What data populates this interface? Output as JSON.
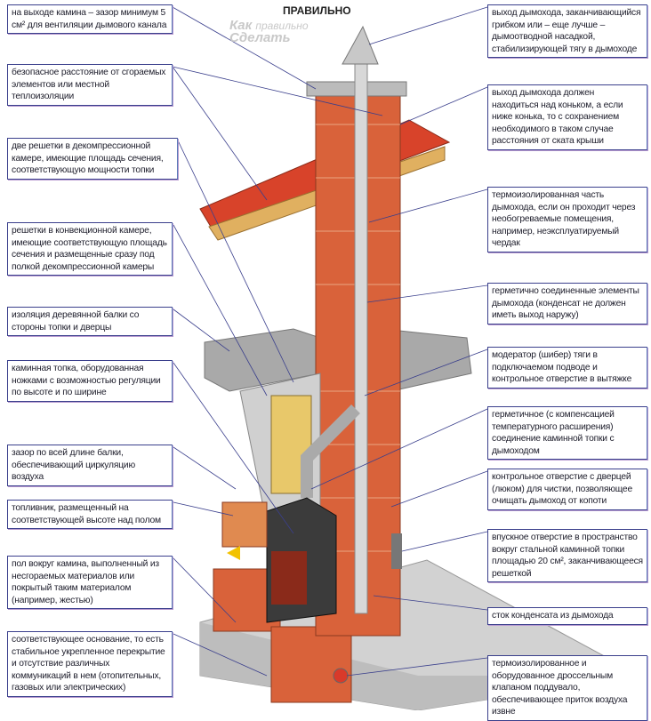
{
  "title": "ПРАВИЛЬНО",
  "watermark": {
    "line1": "Как",
    "line1b": "правильно",
    "line2": "Сделать"
  },
  "left_labels": [
    "на выходе камина – зазор минимум 5 см² для вентиляции дымового канала",
    "безопасное расстояние от сгораемых элементов или местной теплоизоляции",
    "две решетки в декомпрессионной камере, имеющие площадь сечения, соответствующую мощности топки",
    "решетки в конвекционной камере, имеющие соответствующую площадь сечения и размещенные сразу под полкой декомпрессионной камеры",
    "изоляция деревянной балки со стороны топки и дверцы",
    "каминная топка, оборудованная ножками с возможностью регуляции по высоте и по ширине",
    "зазор по всей длине балки, обеспечивающий циркуляцию воздуха",
    "топливник, размещенный на соответствующей высоте над полом",
    "пол вокруг камина, выполненный из несгораемых материалов или покрытый таким материалом (например, жестью)",
    "соответствующее основание, то есть стабильное укрепленное перекрытие и отсутствие различных коммуникаций в нем (отопительных, газовых или электрических)"
  ],
  "right_labels": [
    "выход дымохода, заканчивающийся грибком или – еще лучше – дымоотводной насадкой, стабилизирующей тягу в дымоходе",
    "выход дымохода должен находиться над коньком, а если ниже конька, то с сохранением необходимого в таком случае расстояния от ската крыши",
    "термоизолированная часть дымохода, если он проходит через необогреваемые помещения, например, неэксплуатируемый чердак",
    "герметично соединенные элементы дымохода (конденсат не должен иметь выход наружу)",
    "модератор (шибер) тяги в подключаемом подводе и контрольное отверстие в вытяжке",
    "герметичное (с компенсацией температурного расширения) соединение каминной топки с дымоходом",
    "контрольное отверстие с дверцей (люком) для чистки, позволяющее очищать дымоход от копоти",
    "впускное отверстие в пространство вокруг стальной каминной топки площадью 20 см², заканчивающееся решеткой",
    "сток конденсата из дымохода",
    "термоизолированное и оборудованное дроссельным клапаном поддувало, обеспечивающее приток воздуха извне"
  ],
  "colors": {
    "brick": "#d9623a",
    "roof": "#d8432a",
    "concrete": "#c9c9c9",
    "border": "#3a3f8c"
  }
}
